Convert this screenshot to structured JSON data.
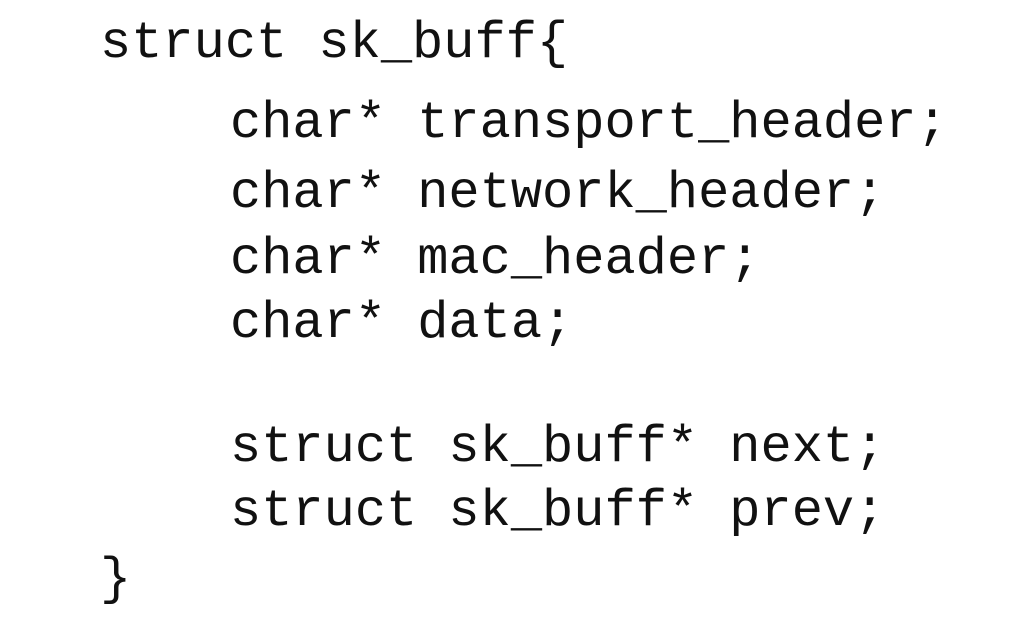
{
  "code": {
    "lines": [
      "struct sk_buff{",
      "char* transport_header;",
      "char* network_header;",
      "char* mac_header;",
      "char* data;",
      "",
      "struct sk_buff* next;",
      "struct sk_buff* prev;",
      "}"
    ]
  }
}
